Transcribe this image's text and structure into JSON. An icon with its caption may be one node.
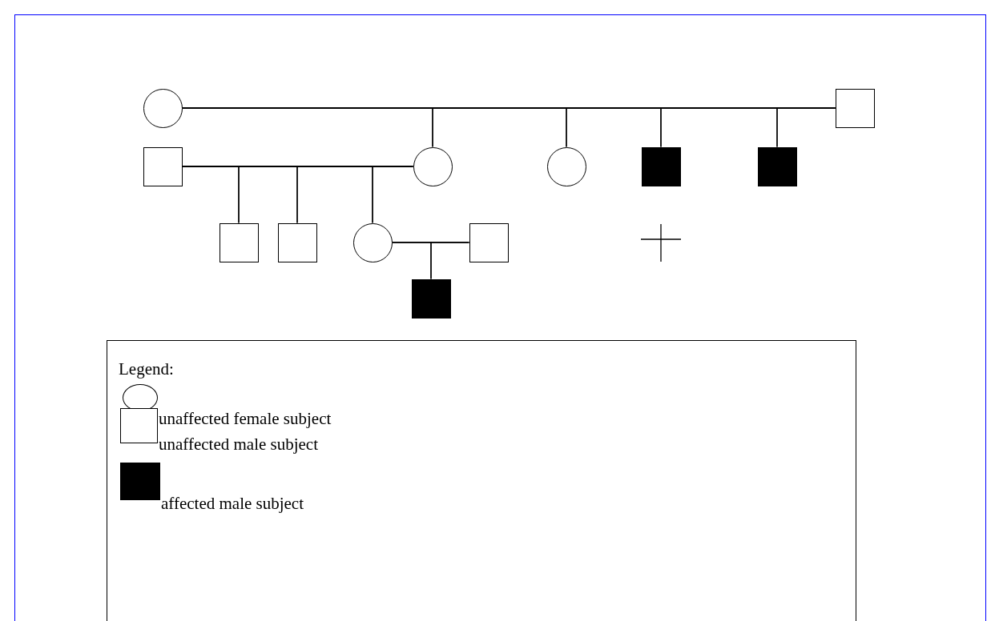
{
  "diagram": {
    "nodes": [
      {
        "text": [],
        "shape": "circle"
      },
      {
        "text": [],
        "shape": "box"
      },
      {
        "text": [],
        "shape": "box"
      },
      {
        "text": [],
        "shape": "circle"
      },
      {
        "text": [],
        "shape": "circle"
      },
      {
        "text": [],
        "shape": "box"
      },
      {
        "text": [],
        "shape": "box"
      },
      {
        "text": [],
        "shape": "box"
      },
      {
        "text": [],
        "shape": "box"
      },
      {
        "text": [],
        "shape": "circle"
      },
      {
        "text": [],
        "shape": "box"
      },
      {
        "text": [],
        "shape": "box"
      }
    ],
    "edges": [
      {
        "from": 0,
        "to": 1,
        "arrow": "none"
      },
      {
        "from": 0,
        "to": 3,
        "arrow": "none"
      },
      {
        "from": 1,
        "to": 3,
        "arrow": "none"
      },
      {
        "from": 0,
        "to": 4,
        "arrow": "none"
      },
      {
        "from": 1,
        "to": 4,
        "arrow": "none"
      },
      {
        "from": 0,
        "to": 5,
        "arrow": "none"
      },
      {
        "from": 1,
        "to": 5,
        "arrow": "none"
      },
      {
        "from": 0,
        "to": 6,
        "arrow": "none"
      },
      {
        "from": 1,
        "to": 6,
        "arrow": "none"
      },
      {
        "from": 2,
        "to": 3,
        "arrow": "none"
      },
      {
        "from": 2,
        "to": 7,
        "arrow": "none"
      },
      {
        "from": 3,
        "to": 7,
        "arrow": "none"
      },
      {
        "from": 2,
        "to": 8,
        "arrow": "none"
      },
      {
        "from": 3,
        "to": 8,
        "arrow": "none"
      },
      {
        "from": 2,
        "to": 9,
        "arrow": "none"
      },
      {
        "from": 3,
        "to": 9,
        "arrow": "none"
      },
      {
        "from": 9,
        "to": 10,
        "arrow": "none"
      },
      {
        "from": 9,
        "to": 11,
        "arrow": "none"
      },
      {
        "from": 10,
        "to": 11,
        "arrow": "none"
      }
    ],
    "labels": [
      "Legend:"
    ],
    "legend": [
      {
        "text": "unaffected female subject"
      },
      {
        "text": "unaffected male subject"
      },
      {
        "text": "affected male subject"
      }
    ]
  }
}
